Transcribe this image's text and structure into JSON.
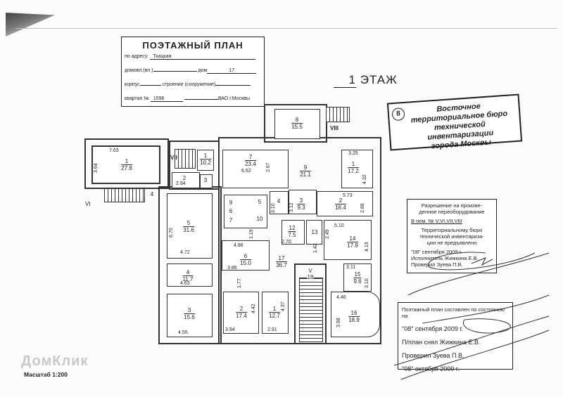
{
  "title_block": {
    "heading": "ПОЭТАЖНЫЙ ПЛАН",
    "address_label": "по адресу:",
    "address": "Ткацкая",
    "domovl_label": "домовл.(вл.)",
    "dom_label": "дом",
    "dom": "17",
    "korpus_label": "корпус",
    "stroenie_label": "строение (сооружение)",
    "kvartal_label": "квартал №",
    "kvartal": "1596",
    "district": "ВАО г.Москвы"
  },
  "floor": {
    "number": "1",
    "label": "ЭТАЖ"
  },
  "bureau_stamp": {
    "number": "8",
    "text": [
      "Восточное",
      "территориальное бюро",
      "технической инвентаризации",
      "города Москвы"
    ]
  },
  "permission": {
    "l1": "Разрешение на произве-",
    "l2": "денное переоборудование",
    "l3": "В пом. № V,VI,VII,VIII",
    "l4": "Территориальному бюро",
    "l5": "технической инвентариза-",
    "l6": "ции не предъявлено",
    "date": "\"08\" сентября 2009 г.",
    "executor": "Исполнитель Жижкина Е.В.",
    "checker": "Проверил Зуева П.В."
  },
  "state": {
    "l1": "Поэтажный план составлен по состоянию на",
    "date1": "\"08\" сентября 2009 г.",
    "surveyor": "П/план снял Жижкина Е.В.",
    "checker": "Проверил Зуева П.В.",
    "date2": "\"08\" октября 2009 г."
  },
  "rooms": [
    {
      "n": "1",
      "a": "27.8"
    },
    {
      "n": "1",
      "a": "10.2"
    },
    {
      "n": "2",
      "a": ""
    },
    {
      "n": "3",
      "a": ""
    },
    {
      "n": "4",
      "a": ""
    },
    {
      "n": "8",
      "a": "15.5"
    },
    {
      "n": "7",
      "a": "23.4"
    },
    {
      "n": "9",
      "a": "21.1"
    },
    {
      "n": "1",
      "a": "17.2"
    },
    {
      "n": "4",
      "a": ""
    },
    {
      "n": "3",
      "a": "9.3"
    },
    {
      "n": "2",
      "a": "16.4"
    },
    {
      "n": "5",
      "a": "31.6"
    },
    {
      "n": "4",
      "a": "11.7"
    },
    {
      "n": "3",
      "a": "15.6"
    },
    {
      "n": "12",
      "a": "7.5"
    },
    {
      "n": "13",
      "a": ""
    },
    {
      "n": "14",
      "a": "17.9"
    },
    {
      "n": "6",
      "a": "15.0"
    },
    {
      "n": "17",
      "a": "36.7"
    },
    {
      "n": "V",
      "a": "18"
    },
    {
      "n": "2",
      "a": "17.4"
    },
    {
      "n": "1",
      "a": "12.7"
    },
    {
      "n": "15",
      "a": "9.6"
    },
    {
      "n": "16",
      "a": "18.9"
    },
    {
      "n": "9",
      "a": ""
    },
    {
      "n": "10",
      "a": ""
    },
    {
      "n": "5",
      "a": ""
    },
    {
      "n": "6",
      "a": ""
    },
    {
      "n": "7",
      "a": ""
    }
  ],
  "dimensions": [
    "7.63",
    "3.64",
    "2.94",
    "6.52",
    "2.67",
    "3.25",
    "4.32",
    "3.12",
    "3.10",
    "5.73",
    "2.88",
    "6.70",
    "4.72",
    "4.63",
    "4.55",
    "2.70",
    "5.10",
    "2.49",
    "4.19",
    "4.86",
    "3.86",
    "1.19",
    "1.77",
    "1.42",
    "3.11",
    "3.10",
    "4.46",
    "3.98",
    "4.42",
    "4.37",
    "3.94",
    "2.91"
  ],
  "premises_labels": [
    "VI",
    "VII",
    "VIII"
  ],
  "watermark": "ДомКлик",
  "scale": "Масштаб 1:200"
}
